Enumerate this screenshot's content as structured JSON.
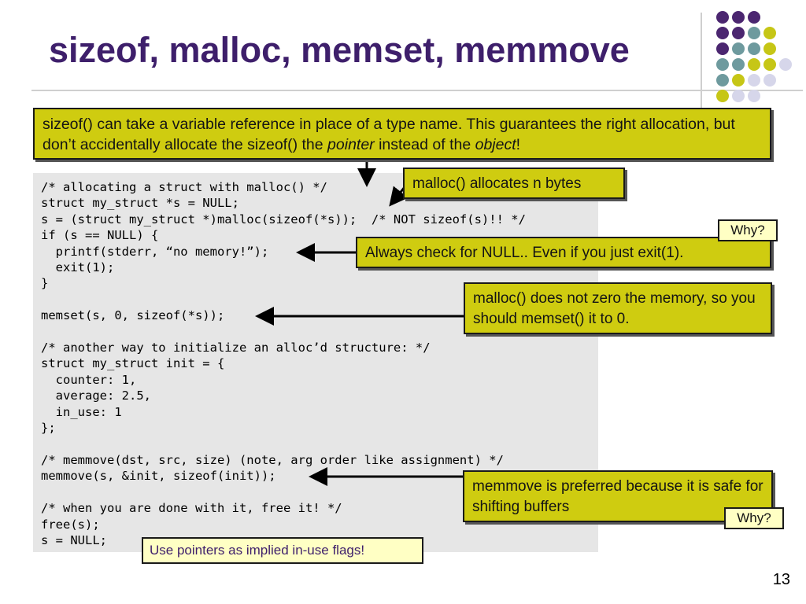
{
  "slide": {
    "title": "sizeof, malloc, memset, memmove",
    "page_number": "13"
  },
  "decoration": {
    "dot_colors": [
      "#4b2670",
      "#6e9a9e",
      "#c6c616",
      "#d6d6ea"
    ]
  },
  "code": {
    "lines": [
      "/* allocating a struct with malloc() */",
      "struct my_struct *s = NULL;",
      "s = (struct my_struct *)malloc(sizeof(*s));  /* NOT sizeof(s)!! */",
      "if (s == NULL) {",
      "  printf(stderr, “no memory!”);",
      "  exit(1);",
      "}",
      "",
      "memset(s, 0, sizeof(*s));",
      "",
      "/* another way to initialize an alloc’d structure: */",
      "struct my_struct init = {",
      "  counter: 1,",
      "  average: 2.5,",
      "  in_use: 1",
      "};",
      "",
      "/* memmove(dst, src, size) (note, arg order like assignment) */",
      "memmove(s, &init, sizeof(init));",
      "",
      "/* when you are done with it, free it! */",
      "free(s);",
      "s = NULL;"
    ]
  },
  "callouts": {
    "sizeof_note": {
      "part1": "sizeof() can take a variable reference in place of a type name.  This guarantees the right allocation, but don’t accidentally allocate the sizeof() the ",
      "em1": "pointer",
      "part2": " instead of the ",
      "em2": "object",
      "part3": "!"
    },
    "malloc_note": "malloc() allocates n bytes",
    "null_check_note": "Always check for NULL.. Even if you just exit(1).",
    "why_1": "Why?",
    "memset_note": "malloc() does not zero the memory, so you should memset() it to 0.",
    "memmove_note": "memmove is preferred because it is safe for shifting buffers",
    "why_2": "Why?",
    "flags_note": "Use pointers as implied in-use flags!"
  }
}
